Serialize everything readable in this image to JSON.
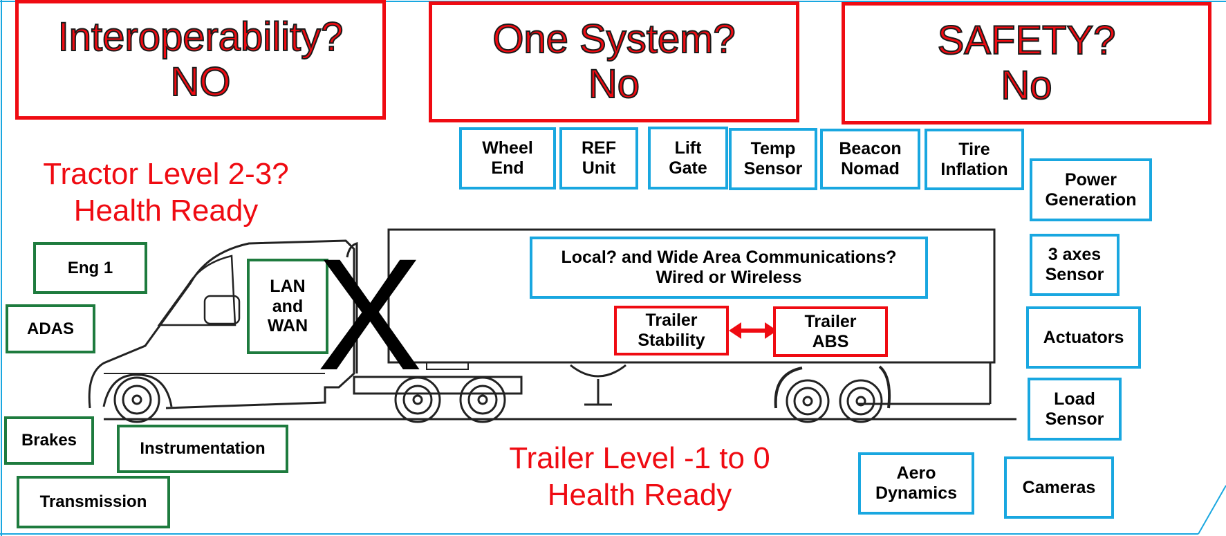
{
  "titles": [
    {
      "line1": "Interoperability?",
      "line2": "NO"
    },
    {
      "line1": "One System?",
      "line2": "No"
    },
    {
      "line1": "SAFETY?",
      "line2": "No"
    }
  ],
  "tractor_label": "Tractor Level 2-3?\nHealth Ready",
  "trailer_label": "Trailer Level -1 to 0\nHealth Ready",
  "comm_box": "Local? and Wide Area Communications?\nWired or Wireless",
  "lan_wan": "LAN\nand\nWAN",
  "x_mark": "X",
  "trailer_stability": "Trailer\nStability",
  "trailer_abs": "Trailer\nABS",
  "tractor_boxes": {
    "eng1": "Eng 1",
    "adas": "ADAS",
    "brakes": "Brakes",
    "instrumentation": "Instrumentation",
    "transmission": "Transmission"
  },
  "top_sensors": {
    "wheel_end": "Wheel\nEnd",
    "ref_unit": "REF\nUnit",
    "lift_gate": "Lift\nGate",
    "temp_sensor": "Temp\nSensor",
    "beacon_nomad": "Beacon\nNomad",
    "tire_inflation": "Tire\nInflation"
  },
  "right_sensors": {
    "power_generation": "Power\nGeneration",
    "three_axes": "3 axes\nSensor",
    "actuators": "Actuators",
    "load_sensor": "Load\nSensor",
    "cameras": "Cameras",
    "aero_dynamics": "Aero\nDynamics"
  },
  "colors": {
    "red": "#ef0b12",
    "blue": "#19a7e0",
    "green": "#1e7b3e"
  }
}
